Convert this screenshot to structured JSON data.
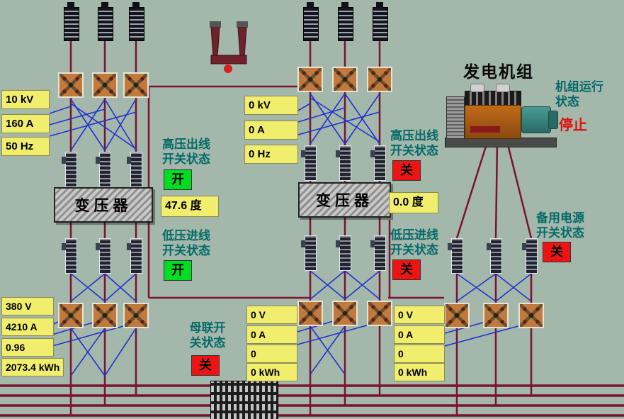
{
  "colors": {
    "background": "#a3b7ab",
    "meter_yellow": "#f2ee6d",
    "status_on_green": "#00dd22",
    "status_off_red": "#ee1414",
    "label_teal": "#056a68",
    "wire_maroon": "#7a1230",
    "wire_blue": "#2233cc"
  },
  "left": {
    "meters_top": [
      "10 kV",
      "160 A",
      "50 Hz"
    ],
    "hv_label": [
      "高压出线",
      "开关状态"
    ],
    "hv_status": "开",
    "transformer_label": "变压器",
    "temp": "47.6 度",
    "lv_label": [
      "低压进线",
      "开关状态"
    ],
    "lv_status": "开",
    "meters_bottom": [
      "380 V",
      "4210 A",
      "0.96",
      "2073.4 kWh"
    ]
  },
  "middle": {
    "meters_top": [
      "0 kV",
      "0 A",
      "0 Hz"
    ],
    "hv_label": [
      "高压出线",
      "开关状态"
    ],
    "hv_status": "关",
    "transformer_label": "变压器",
    "temp": "0.0 度",
    "lv_label": [
      "低压进线",
      "开关状态"
    ],
    "lv_status": "关",
    "bus_tie_label": [
      "母联开",
      "关状态"
    ],
    "bus_tie_status": "关",
    "meters_bottom_a": [
      "0 V",
      "0 A",
      "0",
      "0 kWh"
    ],
    "meters_bottom_b": [
      "0 V",
      "0 A",
      "0",
      "0 kWh"
    ]
  },
  "generator": {
    "title": "发电机组",
    "run_label": [
      "机组运行",
      "状态"
    ],
    "run_status": "停止",
    "backup_label": [
      "备用电源",
      "开关状态"
    ],
    "backup_status": "关"
  }
}
